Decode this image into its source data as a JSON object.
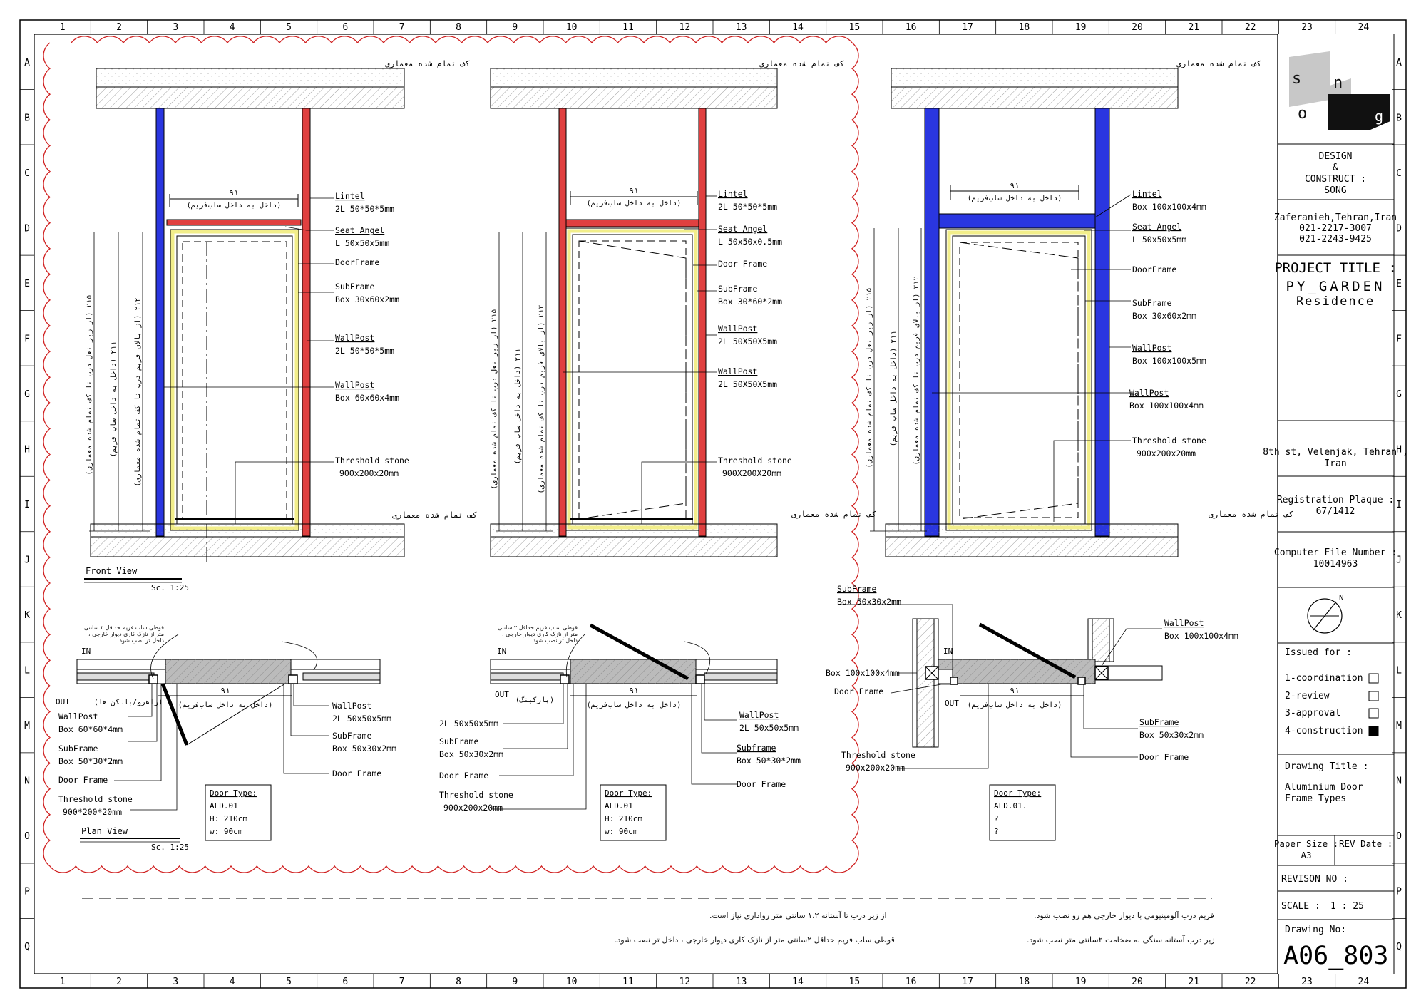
{
  "grid": {
    "columns": [
      "1",
      "2",
      "3",
      "4",
      "5",
      "6",
      "7",
      "8",
      "9",
      "10",
      "11",
      "12",
      "13",
      "14",
      "15",
      "16",
      "17",
      "18",
      "19",
      "20",
      "21",
      "22",
      "23",
      "24"
    ],
    "rows": [
      "A",
      "B",
      "C",
      "D",
      "E",
      "F",
      "G",
      "H",
      "I",
      "J",
      "K",
      "L",
      "M",
      "N",
      "O",
      "P",
      "Q"
    ]
  },
  "colors": {
    "post_blue": "#2a36e0",
    "post_red": "#e04040",
    "subframe_yellow": "#f2ee8a",
    "cloud_red": "#d02020",
    "hatch": "#888888"
  },
  "elevations": [
    {
      "finished_floor_top": "کف تمام شده معماری",
      "finished_floor_bottom": "کف تمام شده معماری",
      "width_dim": "۹۱",
      "width_note": "(داخل به داخل ساب‌فریم)",
      "vdims": [
        "۲۱۵ (از زیر نعل درب تا کف تمام شده معماری)",
        "۲۱۱ (داخل به داخل ساب فریم)",
        "۲۱۲ (از بالای فریم درب تا کف تمام شده معماری)"
      ],
      "labels": [
        {
          "title": "Lintel",
          "spec": "2L 50*50*5mm"
        },
        {
          "title": "Seat Angel",
          "spec": "L 50x50x5mm"
        },
        {
          "title": "DoorFrame",
          "spec": ""
        },
        {
          "title": "SubFrame",
          "spec": "Box 30x60x2mm"
        },
        {
          "title": "WallPost",
          "spec": "2L 50*50*5mm"
        },
        {
          "title": "WallPost",
          "spec": "Box 60x60x4mm"
        },
        {
          "title": "Threshold stone",
          "spec": "900x200x20mm"
        }
      ],
      "view_title": "Front View",
      "view_scale": "Sc. 1:25"
    },
    {
      "finished_floor_top": "کف تمام شده معماری",
      "finished_floor_bottom": "کف تمام شده معماری",
      "width_dim": "۹۱",
      "width_note": "(داخل به داخل ساب‌فریم)",
      "vdims": [
        "۲۱۵ (از زیر نعل درب تا کف تمام شده معماری)",
        "۲۱۱ (داخل به داخل ساب فریم)",
        "۲۱۲ (از بالای فریم درب تا کف تمام شده معماری)"
      ],
      "labels": [
        {
          "title": "Lintel",
          "spec": "2L 50*50*5mm"
        },
        {
          "title": "Seat Angel",
          "spec": "L 50x50x0.5mm"
        },
        {
          "title": "Door Frame",
          "spec": ""
        },
        {
          "title": "SubFrame",
          "spec": "Box 30*60*2mm"
        },
        {
          "title": "WallPost",
          "spec": "2L 50X50X5mm"
        },
        {
          "title": "WallPost",
          "spec": "2L 50X50X5mm"
        },
        {
          "title": "Threshold stone",
          "spec": "900X200X20mm"
        }
      ]
    },
    {
      "finished_floor_top": "کف تمام شده معماری",
      "finished_floor_bottom": "کف تمام شده معماری",
      "width_dim": "۹۱",
      "width_note": "(داخل به داخل ساب‌فریم)",
      "vdims": [
        "۲۱۵ (از زیر نعل درب تا کف تمام شده معماری)",
        "۲۱۱ (داخل به داخل ساب فریم)",
        "۲۱۲ (از بالای فریم درب تا کف تمام شده معماری)"
      ],
      "labels": [
        {
          "title": "Lintel",
          "spec": "Box 100x100x4mm"
        },
        {
          "title": "Seat Angel",
          "spec": "L 50x50x5mm"
        },
        {
          "title": "DoorFrame",
          "spec": ""
        },
        {
          "title": "SubFrame",
          "spec": "Box 30x60x2mm"
        },
        {
          "title": "WallPost",
          "spec": "Box 100x100x5mm"
        },
        {
          "title": "WallPost",
          "spec": "Box 100x100x4mm"
        },
        {
          "title": "Threshold stone",
          "spec": "900x200x20mm"
        }
      ]
    }
  ],
  "plans": [
    {
      "in": "IN",
      "out": "OUT",
      "out_note": "(راهرو/بالکن ها)",
      "width_dim": "۹۱",
      "width_note": "(داخل به داخل ساب‌فریم)",
      "top_note": "قوطی ساب فریم حداقل ۲ سانتی متر از نازک کاری دیوار خارجی ، داخل تر نصب شود.",
      "labels_left": [
        {
          "title": "WallPost",
          "spec": "Box 60*60*4mm"
        },
        {
          "title": "SubFrame",
          "spec": "Box 50*30*2mm"
        },
        {
          "title": "Door Frame",
          "spec": ""
        },
        {
          "title": "Threshold stone",
          "spec": "900*200*20mm"
        }
      ],
      "labels_right": [
        {
          "title": "WallPost",
          "spec": "2L 50x50x5mm"
        },
        {
          "title": "SubFrame",
          "spec": "Box 50x30x2mm"
        },
        {
          "title": "Door Frame",
          "spec": ""
        }
      ],
      "door_type": {
        "title": "Door Type:",
        "code": "ALD.01",
        "h": "H: 210cm",
        "w": "w: 90cm"
      },
      "view_title": "Plan View",
      "view_scale": "Sc. 1:25"
    },
    {
      "in": "IN",
      "out": "OUT",
      "out_note": "(پارکینگ)",
      "width_dim": "۹۱",
      "width_note": "(داخل به داخل ساب‌فریم)",
      "top_note": "قوطی ساب فریم حداقل ۲ سانتی متر از نازک کاری دیوار خارجی ، داخل تر نصب شود.",
      "labels_left": [
        {
          "title": "2L 50x50x5mm",
          "spec": ""
        },
        {
          "title": "SubFrame",
          "spec": "Box 50x30x2mm"
        },
        {
          "title": "Door Frame",
          "spec": ""
        },
        {
          "title": "Threshold stone",
          "spec": "900x200x20mm"
        }
      ],
      "labels_right": [
        {
          "title": "WallPost",
          "spec": "2L 50x50x5mm"
        },
        {
          "title": "Subframe",
          "spec": "Box 50*30*2mm"
        },
        {
          "title": "Door Frame",
          "spec": ""
        }
      ],
      "door_type": {
        "title": "Door Type:",
        "code": "ALD.01",
        "h": "H: 210cm",
        "w": "w: 90cm"
      }
    },
    {
      "in": "IN",
      "out": "OUT",
      "width_dim": "۹۱",
      "width_note": "(داخل به داخل ساب‌فریم)",
      "labels_left": [
        {
          "title": "SubFrame",
          "spec": "Box 50x30x2mm"
        },
        {
          "title": "Box 100x100x4mm",
          "spec": ""
        },
        {
          "title": "Door Frame",
          "spec": ""
        },
        {
          "title": "Threshold stone",
          "spec": "900x200x20mm"
        }
      ],
      "labels_right": [
        {
          "title": "WallPost",
          "spec": "Box 100x100x4mm"
        },
        {
          "title": "SubFrame",
          "spec": "Box 50x30x2mm"
        },
        {
          "title": "Door Frame",
          "spec": ""
        }
      ],
      "door_type": {
        "title": "Door Type:",
        "code": "ALD.01.",
        "h": "?",
        "w": "?"
      }
    }
  ],
  "notes": [
    "از زیر درب تا آستانه ۱،۲ سانتی متر رواداری نیاز است.",
    "فریم درب آلومینیومی با دیوار خارجی هم رو نصب  شود.",
    "قوطی ساب فریم حداقل ۲سانتی متر از نازک کاری دیوار خارجی ، داخل تر نصب شود.",
    "زیر درب آستانه سنگی به ضخامت ۲سانتی متر نصب  شود."
  ],
  "titleblock": {
    "logo_letters": [
      "s",
      "o",
      "n",
      "g"
    ],
    "design_lines": [
      "DESIGN",
      "&",
      "CONSTRUCT :",
      "SONG"
    ],
    "address_lines": [
      "Zaferanieh,Tehran,Iran",
      "021-2217-3007",
      "021-2243-9425"
    ],
    "project_label": "PROJECT TITLE :",
    "project_name_1": "PY_GARDEN",
    "project_name_2": "Residence",
    "site_lines": [
      "8th st, Velenjak, Tehran ,",
      "Iran"
    ],
    "registration_lines": [
      "Registration Plaque :",
      "67/1412"
    ],
    "file_lines": [
      "Computer File Number :",
      "10014963"
    ],
    "north_label": "N",
    "issued_for": "Issued for :",
    "issues": [
      {
        "label": "1-coordination",
        "checked": false
      },
      {
        "label": "2-review",
        "checked": false
      },
      {
        "label": "3-approval",
        "checked": false
      },
      {
        "label": "4-construction",
        "checked": true
      }
    ],
    "drawing_title_label": "Drawing Title :",
    "drawing_title_lines": [
      "Aluminium Door",
      "Frame Types"
    ],
    "paper_size_lines": [
      "Paper Size :",
      "A3"
    ],
    "rev_date": "REV Date :",
    "revision_no": "REVISON NO  :",
    "scale_label": "SCALE :",
    "scale_value": "1 : 25",
    "drawing_no_label": "Drawing No:",
    "drawing_no": "A06_803"
  }
}
